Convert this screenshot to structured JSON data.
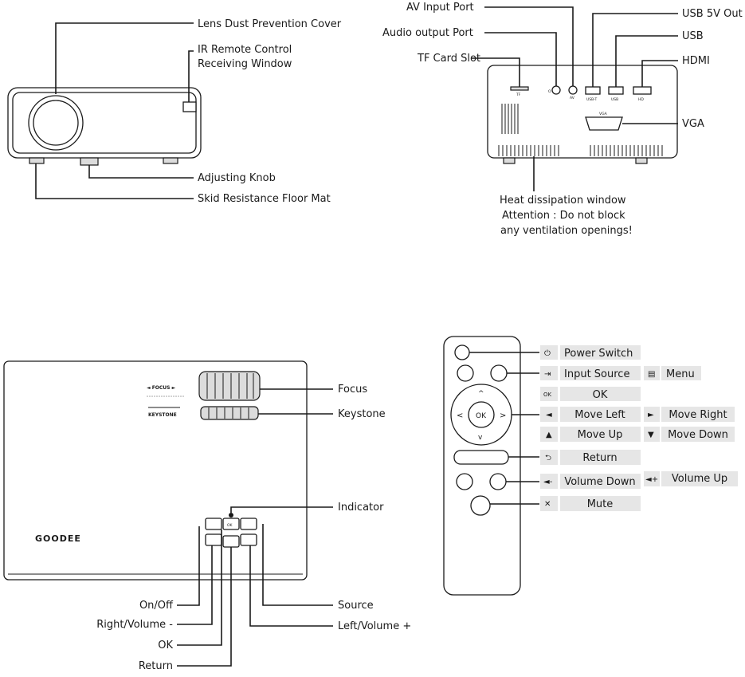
{
  "front_view": {
    "labels": {
      "lens_cover": "Lens Dust Prevention Cover",
      "ir_line1": "IR Remote Control",
      "ir_line2": "Receiving Window",
      "knob": "Adjusting Knob",
      "mat": "Skid Resistance Floor Mat"
    }
  },
  "rear_view": {
    "labels": {
      "av": "AV Input Port",
      "audio": "Audio output Port",
      "tf": "TF Card Slot",
      "usb5v": "USB 5V Out",
      "usb": "USB",
      "hdmi": "HDMI",
      "vga": "VGA",
      "heat1": "Heat dissipation window",
      "heat2": "Attention :  Do not block",
      "heat3": "any ventilation openings!"
    },
    "port_marks": {
      "tf": "TF",
      "audio": "O",
      "av": "AV",
      "usb5v": "USB-T",
      "usb": "USB",
      "hdmi": "HD",
      "vga": "VGA"
    }
  },
  "top_view": {
    "brand": "GOODEE",
    "focus_mark": "◄ FOCUS ►",
    "keystone_mark": "KEYSTONE",
    "ok_mark": "OK",
    "labels": {
      "focus": "Focus",
      "keystone": "Keystone",
      "indicator": "Indicator",
      "onoff": "On/Off",
      "right_vol": "Right/Volume -",
      "ok": "OK",
      "return": "Return",
      "source": "Source",
      "left_vol": "Left/Volume +"
    }
  },
  "remote": {
    "ok_mark": "OK",
    "labels": {
      "power": "Power Switch",
      "input": "Input Source",
      "menu": "Menu",
      "ok_icon": "OK",
      "ok": "OK",
      "left": "Move Left",
      "right": "Move Right",
      "up": "Move Up",
      "down": "Move Down",
      "return": "Return",
      "vol_down": "Volume Down",
      "vol_up": "Volume Up",
      "mute": "Mute"
    },
    "icons": {
      "power": "power-icon",
      "input": "input-source-icon",
      "menu": "menu-icon",
      "left": "triangle-left-icon",
      "right": "triangle-right-icon",
      "up": "triangle-up-icon",
      "down": "triangle-down-icon",
      "return": "return-icon",
      "vol_down": "volume-down-icon",
      "vol_up": "volume-up-icon",
      "mute": "mute-icon"
    }
  }
}
